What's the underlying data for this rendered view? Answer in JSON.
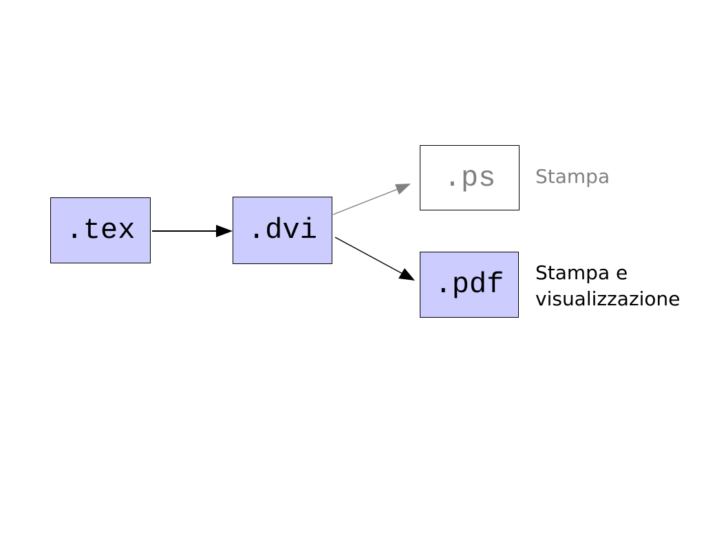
{
  "diagram": {
    "nodes": [
      {
        "id": "tex",
        "label": ".tex"
      },
      {
        "id": "dvi",
        "label": ".dvi"
      },
      {
        "id": "ps",
        "label": ".ps"
      },
      {
        "id": "pdf",
        "label": ".pdf"
      }
    ],
    "edges": [
      {
        "from": "tex",
        "to": "dvi",
        "color": "#000000"
      },
      {
        "from": "dvi",
        "to": "ps",
        "color": "#808080"
      },
      {
        "from": "dvi",
        "to": "pdf",
        "color": "#000000"
      }
    ],
    "annotations": {
      "ps": "Stampa",
      "pdf_line1": "Stampa e",
      "pdf_line2": "visualizzazione"
    },
    "colors": {
      "node_fill": "#ccccff",
      "ps_node_fill": "#ffffff",
      "node_border": "#000000",
      "gray": "#808080",
      "black": "#000000",
      "background": "#ffffff"
    }
  }
}
